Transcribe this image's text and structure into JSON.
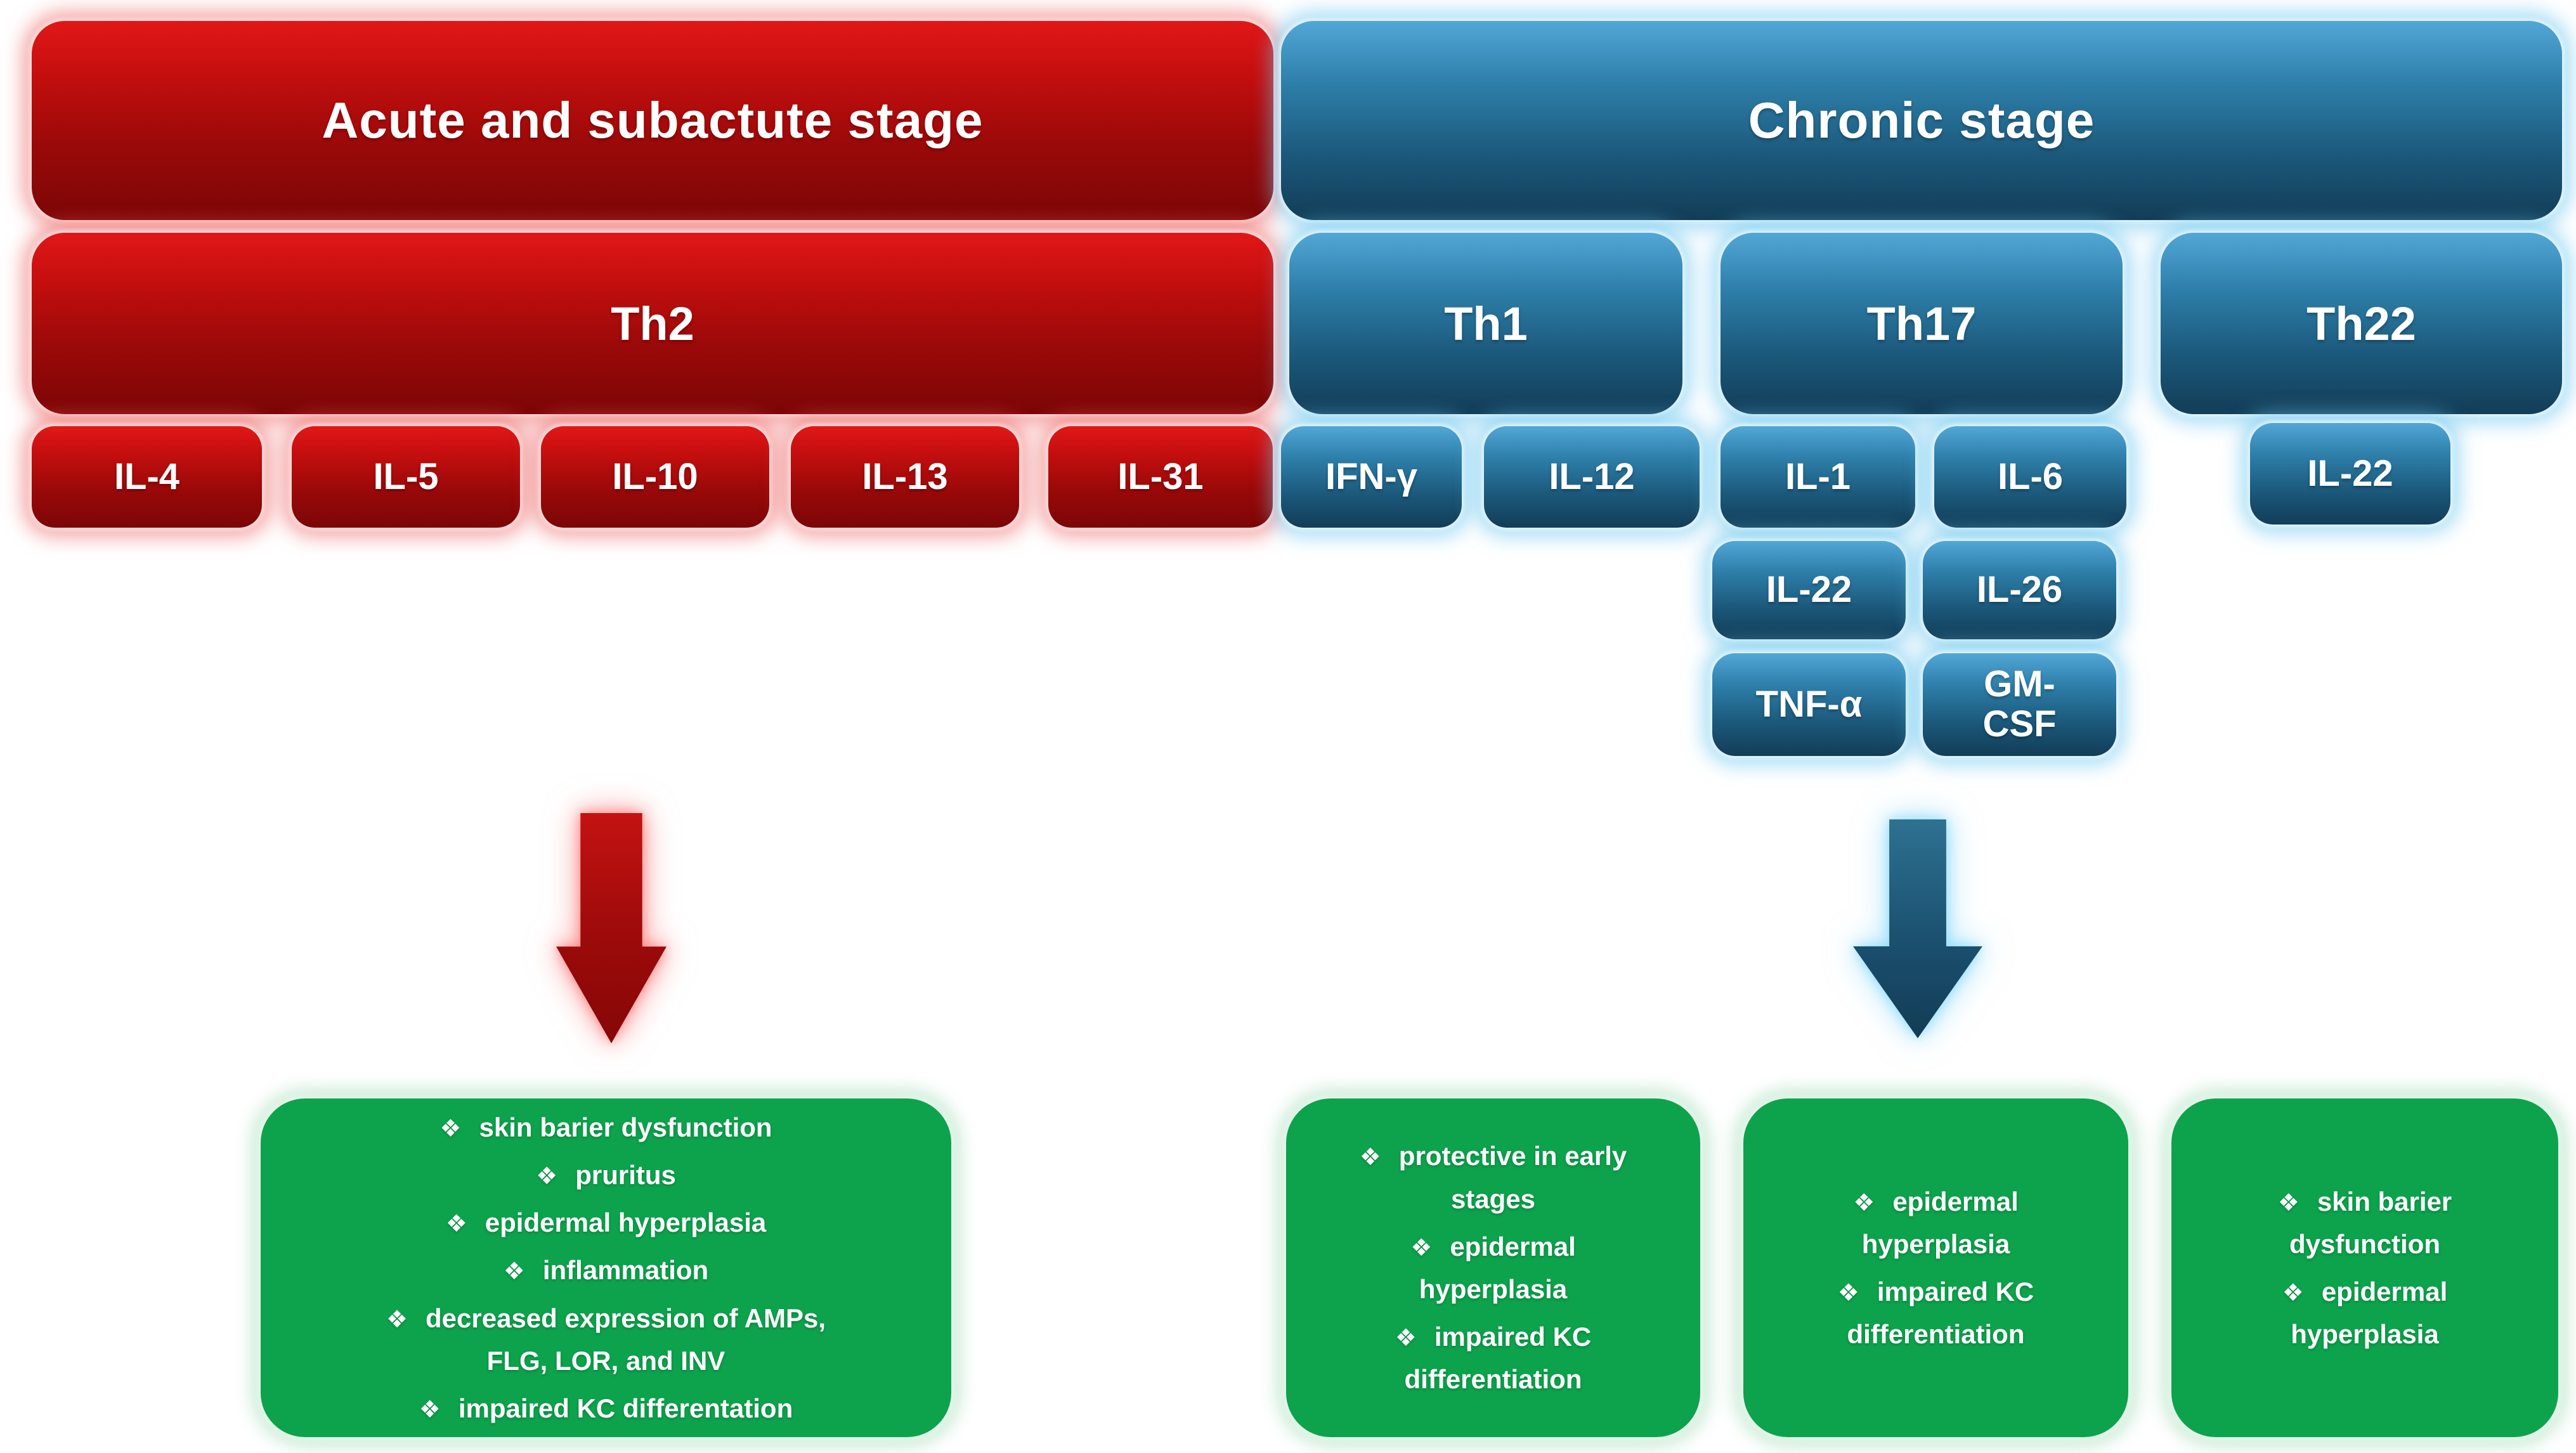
{
  "bullet": "❖",
  "headers": {
    "acute": "Acute and subactute stage",
    "chronic": "Chronic stage"
  },
  "cells": {
    "th2": "Th2",
    "th1": "Th1",
    "th17": "Th17",
    "th22": "Th22"
  },
  "cytokines": {
    "th2": [
      "IL-4",
      "IL-5",
      "IL-10",
      "IL-13",
      "IL-31"
    ],
    "th1": [
      "IFN-γ",
      "IL-12"
    ],
    "th17_row1": [
      "IL-1",
      "IL-6"
    ],
    "th17_row2": [
      "IL-22",
      "IL-26"
    ],
    "th17_row3": [
      "TNF-α",
      "GM-CSF"
    ],
    "th22": [
      "IL-22"
    ]
  },
  "outcomes": {
    "th2": [
      "skin barier dysfunction",
      "pruritus",
      "epidermal hyperplasia",
      "inflammation",
      "decreased expression of AMPs, FLG, LOR, and INV",
      "impaired KC differentation"
    ],
    "th1": [
      "protective in early stages",
      "epidermal hyperplasia",
      "impaired KC differentiation"
    ],
    "th17": [
      "epidermal hyperplasia",
      "impaired KC differentiation"
    ],
    "th22": [
      "skin barier dysfunction",
      "epidermal hyperplasia"
    ]
  },
  "colors": {
    "red_top": "#e21717",
    "red_bottom": "#7c0606",
    "blue_top": "#52a7d6",
    "blue_bottom": "#123d57",
    "green": "#0da24c",
    "arrow_red": "#a50d0d",
    "arrow_blue": "#1d5a7a",
    "text": "#ffffff"
  }
}
